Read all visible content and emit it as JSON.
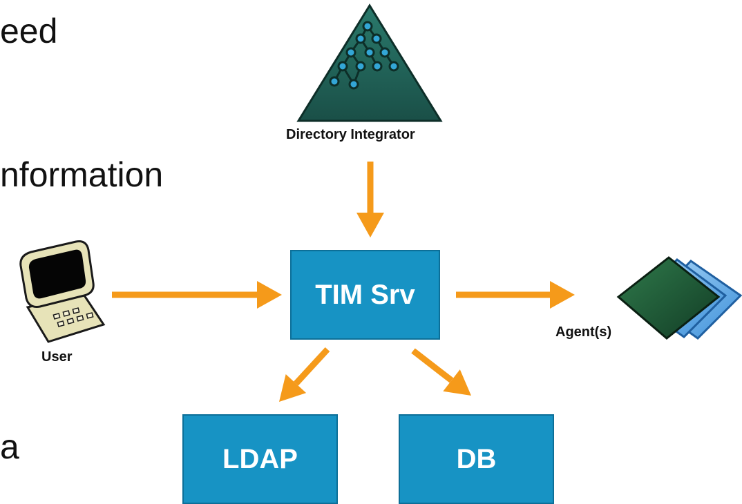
{
  "slide": {
    "lines": [
      "eed",
      "nformation",
      "a"
    ]
  },
  "diagram": {
    "nodes": {
      "directory_integrator": "Directory Integrator",
      "tim_server": "TIM Srv",
      "user": "User",
      "agents": "Agent(s)",
      "ldap": "LDAP",
      "db": "DB"
    },
    "edges": [
      {
        "from": "Directory Integrator",
        "to": "TIM Srv"
      },
      {
        "from": "User",
        "to": "TIM Srv"
      },
      {
        "from": "TIM Srv",
        "to": "Agent(s)"
      },
      {
        "from": "TIM Srv",
        "to": "LDAP"
      },
      {
        "from": "TIM Srv",
        "to": "DB"
      }
    ],
    "colors": {
      "arrow": "#f59a1a",
      "box": "#1793c4",
      "triangle": "#1f5e54",
      "node_dot": "#33a6d6",
      "agent_front": "#1e5c3a",
      "agent_back": "#5aa7e6"
    },
    "icons": {
      "directory_integrator": "tree-triangle-icon",
      "user": "computer-terminal-icon",
      "agents": "stacked-diamonds-icon"
    }
  }
}
